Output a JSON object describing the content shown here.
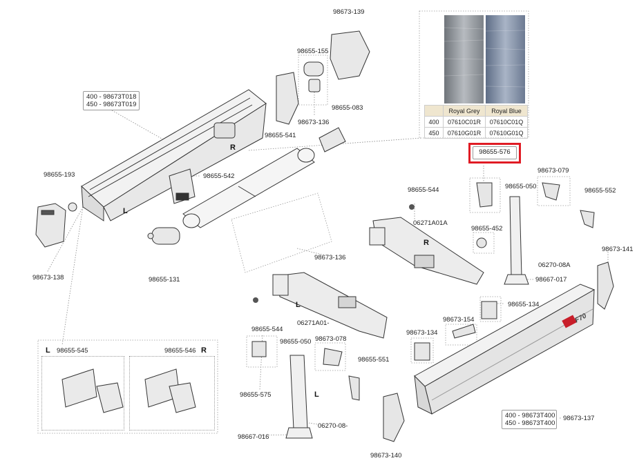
{
  "part_labels": {
    "p98673_139": "98673-139",
    "p98655_155": "98655-155",
    "p98673_136_top": "98673-136",
    "p98655_541": "98655-541",
    "p98655_083": "98655-083",
    "p98655_193": "98655-193",
    "p98655_542": "98655-542",
    "p98673_138": "98673-138",
    "p98655_131": "98655-131",
    "p98673_136_mid": "98673-136",
    "p98655_544_top": "98655-544",
    "p06271A01A": "06271A01A",
    "p98655_050_top": "98655-050",
    "p98673_079": "98673-079",
    "p98655_552": "98655-552",
    "p98655_452": "98655-452",
    "p06270_08A": "06270-08A",
    "p98667_017": "98667-017",
    "p98673_141": "98673-141",
    "p98655_134": "98655-134",
    "p98673_154": "98673-154",
    "p98673_134": "98673-134",
    "p98655_544_low": "98655-544",
    "p06271A01_": "06271A01-",
    "p98655_050_low": "98655-050",
    "p98673_078": "98673-078",
    "p98655_551": "98655-551",
    "p98655_575": "98655-575",
    "p06270_08_": "06270-08-",
    "p98667_016": "98667-016",
    "p98673_140": "98673-140",
    "p98673_137": "98673-137",
    "p98655_545": "98655-545",
    "p98655_546": "98655-546"
  },
  "chips": {
    "front_l1": "400 - 98673T018",
    "front_l2": "450 - 98673T019",
    "rail_l1": "400 - 98673T400",
    "rail_l2": "450 - 98673T400",
    "highlight": "98655-576"
  },
  "side_markers": {
    "r_top": "R",
    "l_top": "L",
    "r_arm": "R",
    "l_arm": "L",
    "l_leg": "L",
    "l_box": "L",
    "r_box": "R"
  },
  "brand": {
    "logo_text": "F70"
  },
  "fabric_table": {
    "headers": [
      "",
      "Royal Grey",
      "Royal Blue"
    ],
    "rows": [
      [
        "400",
        "07610C01R",
        "07610C01Q"
      ],
      [
        "450",
        "07610G01R",
        "07610G01Q"
      ]
    ]
  },
  "colors": {
    "highlight": "#e01b24",
    "table_header": "#efe6cf",
    "royal_grey": "#8b8f95",
    "royal_blue": "#7a879c",
    "brand_red": "#c81e2a"
  }
}
